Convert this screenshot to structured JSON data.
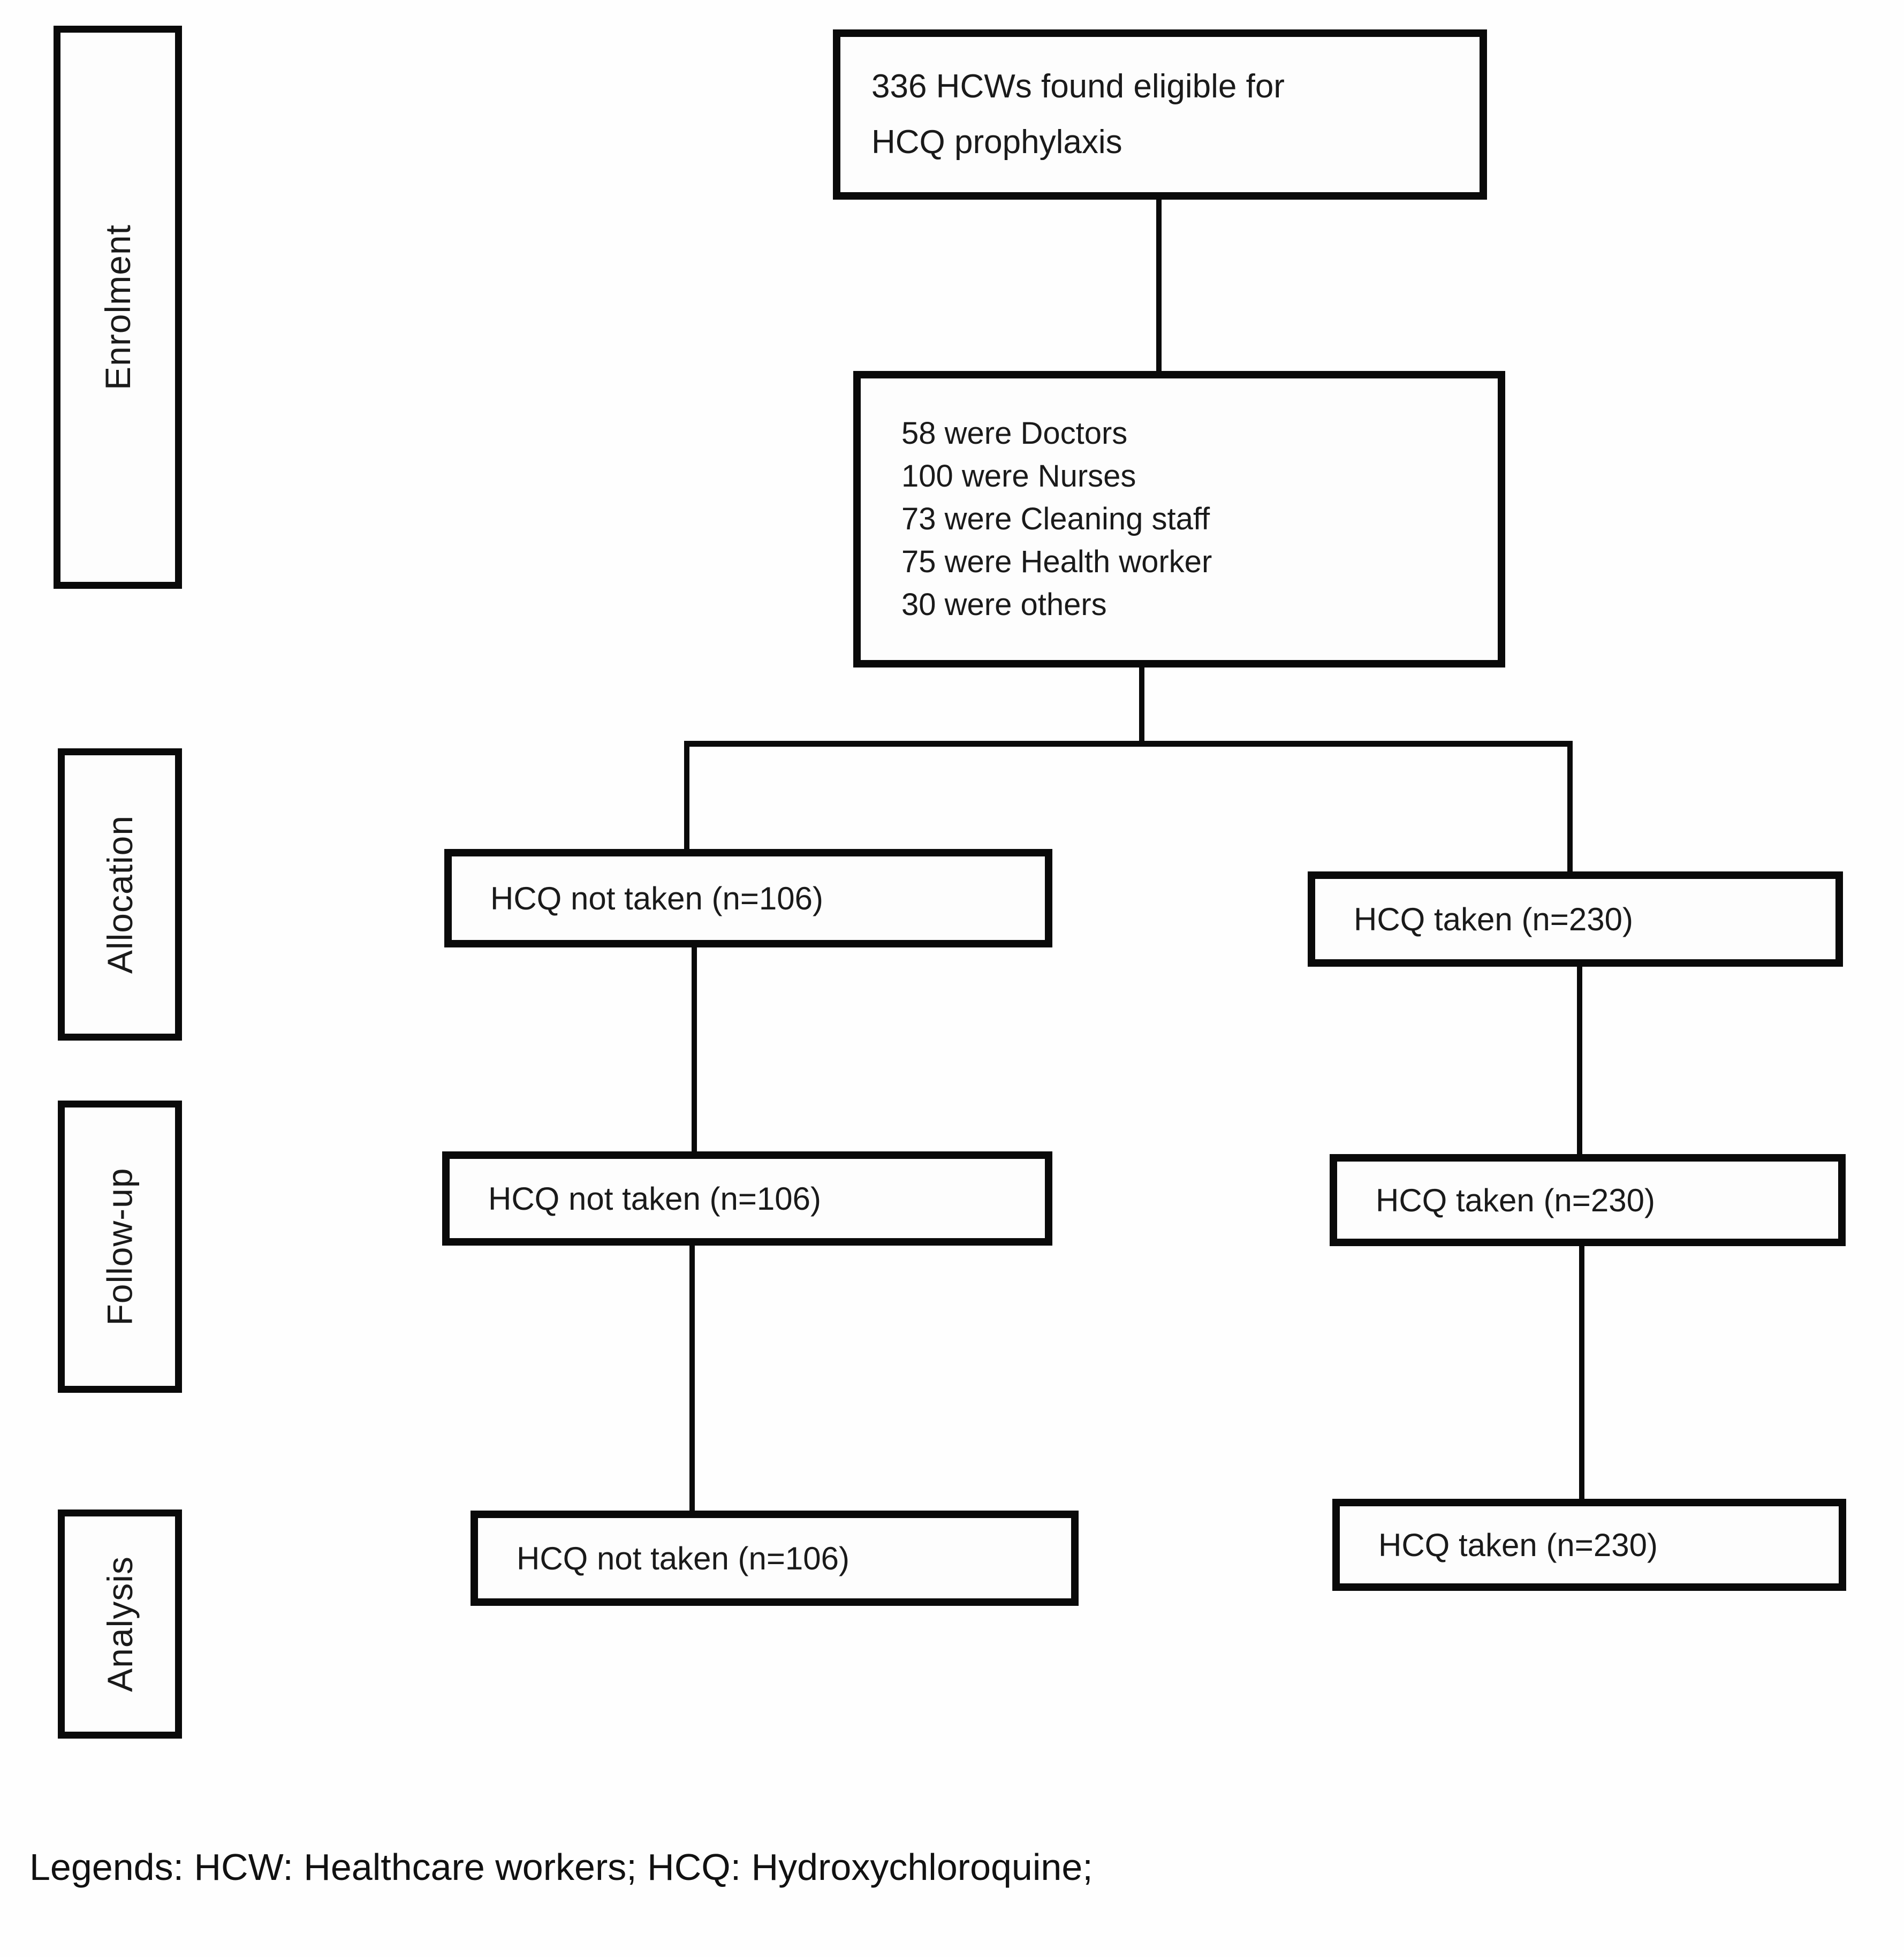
{
  "figure": {
    "background": "#fefefe",
    "ink": "#0a0a0a"
  },
  "stages": [
    {
      "label": "Enrolment"
    },
    {
      "label": "Allocation"
    },
    {
      "label": "Follow-up"
    },
    {
      "label": "Analysis"
    }
  ],
  "flow": {
    "eligible": {
      "lines": [
        "336 HCWs found eligible for",
        "HCQ prophylaxis"
      ]
    },
    "breakdown": {
      "lines": [
        "58 were Doctors",
        "100 were Nurses",
        "73 were Cleaning staff",
        "75 were Health worker",
        "30 were others"
      ]
    },
    "allocation": {
      "not_taken": "HCQ not taken (n=106)",
      "taken": "HCQ taken (n=230)"
    },
    "followup": {
      "not_taken": "HCQ not taken (n=106)",
      "taken": "HCQ taken (n=230)"
    },
    "analysis": {
      "not_taken": "HCQ not taken (n=106)",
      "taken": "HCQ taken (n=230)"
    }
  },
  "legend": {
    "text": "Legends: HCW: Healthcare workers; HCQ: Hydroxychloroquine;"
  }
}
